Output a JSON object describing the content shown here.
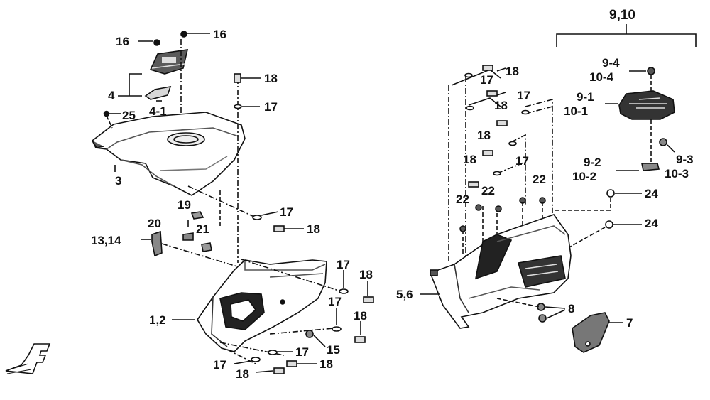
{
  "diagram": {
    "labels": {
      "l16a": "16",
      "l16b": "16",
      "l4": "4",
      "l41": "4-1",
      "l25": "25",
      "l3": "3",
      "l18a": "18",
      "l17a": "17",
      "l19": "19",
      "l20": "20",
      "l21": "21",
      "l1314": "13,14",
      "l17b": "17",
      "l18b": "18",
      "l17c": "17",
      "l18c": "18",
      "l17d": "17",
      "l18d": "18",
      "l12": "1,2",
      "l15": "15",
      "l17e": "17",
      "l18e": "18",
      "l17f": "17",
      "l18f": "18",
      "l910": "9,10",
      "l94": "9-4",
      "l104": "10-4",
      "l91": "9-1",
      "l101": "10-1",
      "l93": "9-3",
      "l92": "9-2",
      "l102": "10-2",
      "l103": "10-3",
      "l24a": "24",
      "l24b": "24",
      "r18a": "18",
      "r17a": "17",
      "r17b": "17",
      "r18b": "18",
      "r18c": "18",
      "r18d": "18",
      "r17c": "17",
      "r22a": "22",
      "r22b": "22",
      "r22c": "22",
      "l56": "5,6",
      "l8": "8",
      "l7": "7"
    },
    "colors": {
      "ink": "#111111",
      "paper": "#ffffff",
      "shade": "#9a9a9a",
      "dark": "#3a3a3a"
    }
  }
}
